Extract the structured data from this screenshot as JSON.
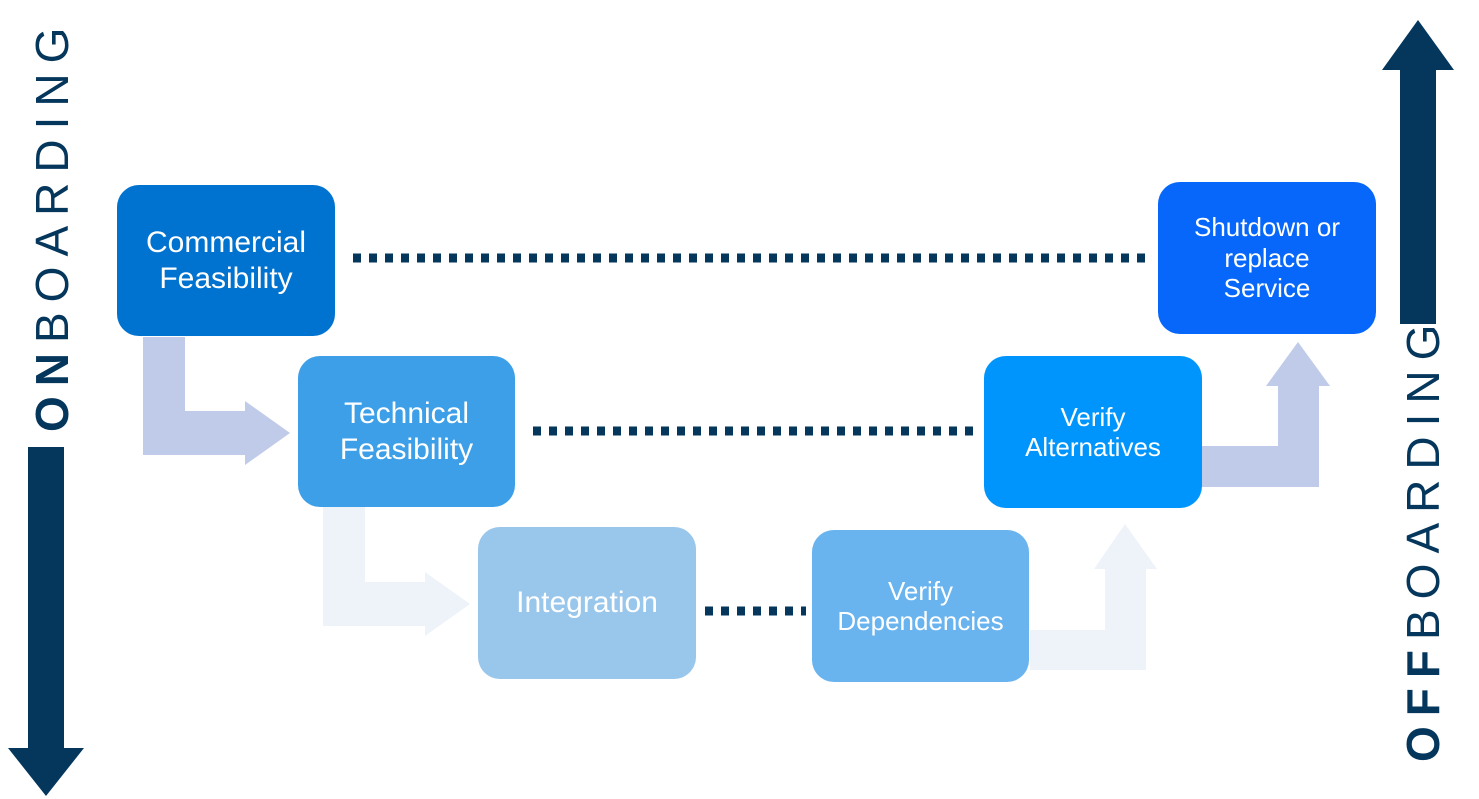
{
  "colors": {
    "navy": "#05365c",
    "commercial": "#0072cf",
    "technical": "#3c9fe8",
    "integration": "#99c6eb",
    "dependencies": "#69b4ef",
    "alternatives": "#0095fc",
    "shutdown": "#0667fa",
    "arrow_mid": "#bfcbe9",
    "arrow_light": "#eef3fa"
  },
  "onboarding": {
    "bold": "ON",
    "rest": "BOARDING"
  },
  "offboarding": {
    "bold": "OFF",
    "rest": "BOARDING"
  },
  "steps": {
    "commercial": "Commercial\nFeasibility",
    "technical": "Technical\nFeasibility",
    "integration": "Integration",
    "dependencies": "Verify\nDependencies",
    "alternatives": "Verify\nAlternatives",
    "shutdown": "Shutdown or\nreplace\nService"
  },
  "links": [
    [
      "commercial",
      "shutdown"
    ],
    [
      "technical",
      "alternatives"
    ],
    [
      "integration",
      "dependencies"
    ]
  ]
}
